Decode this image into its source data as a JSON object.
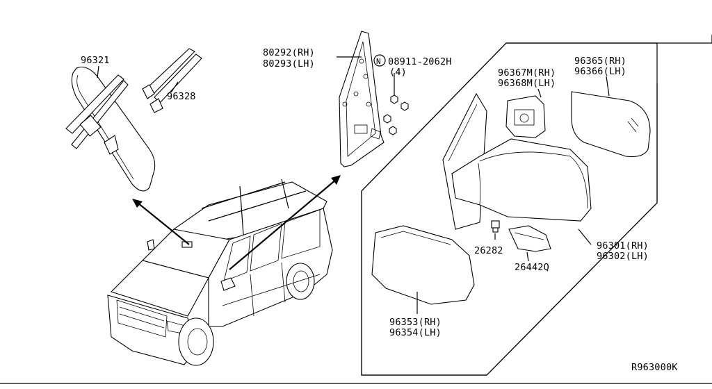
{
  "diagram": {
    "reference_code": "R963000K",
    "labels": {
      "p96321": "96321",
      "p96328": "96328",
      "p80292": "80292(RH)",
      "p80293": "80293(LH)",
      "nut_symbol": "N",
      "p08911": "08911-2062H",
      "p08911_qty": "(4)",
      "p96367": "96367M(RH)",
      "p96368": "96368M(LH)",
      "p96365": "96365(RH)",
      "p96366": "96366(LH)",
      "p26282": "26282",
      "p26442": "26442Q",
      "p96301": "96301(RH)",
      "p96302": "96302(LH)",
      "p96353": "96353(RH)",
      "p96354": "96354(LH)"
    }
  }
}
